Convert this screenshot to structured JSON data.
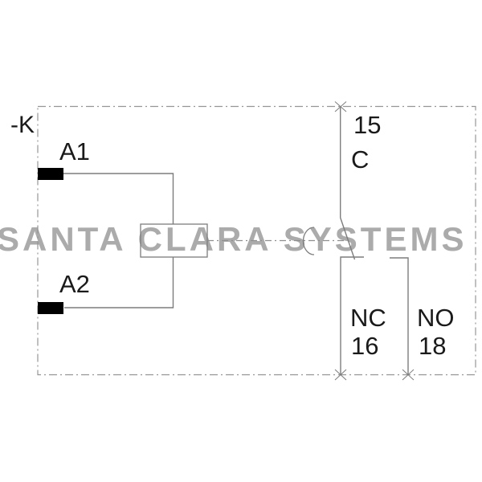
{
  "watermark": {
    "text": "SANTA CLARA SYSTEMS",
    "color": "#ababab"
  },
  "colors": {
    "line": "#7d7d7d",
    "border": "#969696",
    "mech_link": "#8f8f8f",
    "terminal": "#000000",
    "label": "#1a1a1a",
    "background": "#ffffff"
  },
  "schematic": {
    "device_label": "-K",
    "coil_terminals": {
      "top": "A1",
      "bottom": "A2"
    },
    "contact": {
      "common_terminal": "15",
      "common_label": "C",
      "nc_label": "NC",
      "nc_terminal": "16",
      "no_label": "NO",
      "no_terminal": "18"
    }
  }
}
